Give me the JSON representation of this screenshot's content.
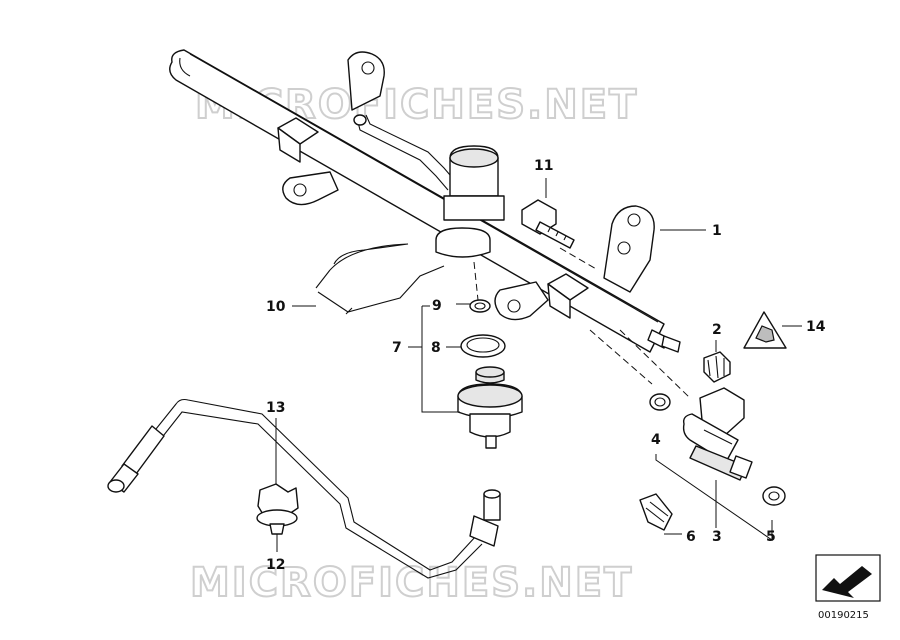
{
  "watermark": {
    "text": "MICROFICHES.NET"
  },
  "callouts": [
    {
      "id": "1",
      "label": "1"
    },
    {
      "id": "2",
      "label": "2"
    },
    {
      "id": "3",
      "label": "3"
    },
    {
      "id": "4",
      "label": "4"
    },
    {
      "id": "5",
      "label": "5"
    },
    {
      "id": "6",
      "label": "6"
    },
    {
      "id": "7",
      "label": "7"
    },
    {
      "id": "8",
      "label": "8"
    },
    {
      "id": "9",
      "label": "9"
    },
    {
      "id": "10",
      "label": "10"
    },
    {
      "id": "11",
      "label": "11"
    },
    {
      "id": "12",
      "label": "12"
    },
    {
      "id": "13",
      "label": "13"
    },
    {
      "id": "14",
      "label": "14"
    }
  ],
  "warning_symbol": {
    "icon": "fuel-warning-triangle-icon"
  },
  "diagram_code": "00190215",
  "direction_icon": "arrow-down-left-icon"
}
